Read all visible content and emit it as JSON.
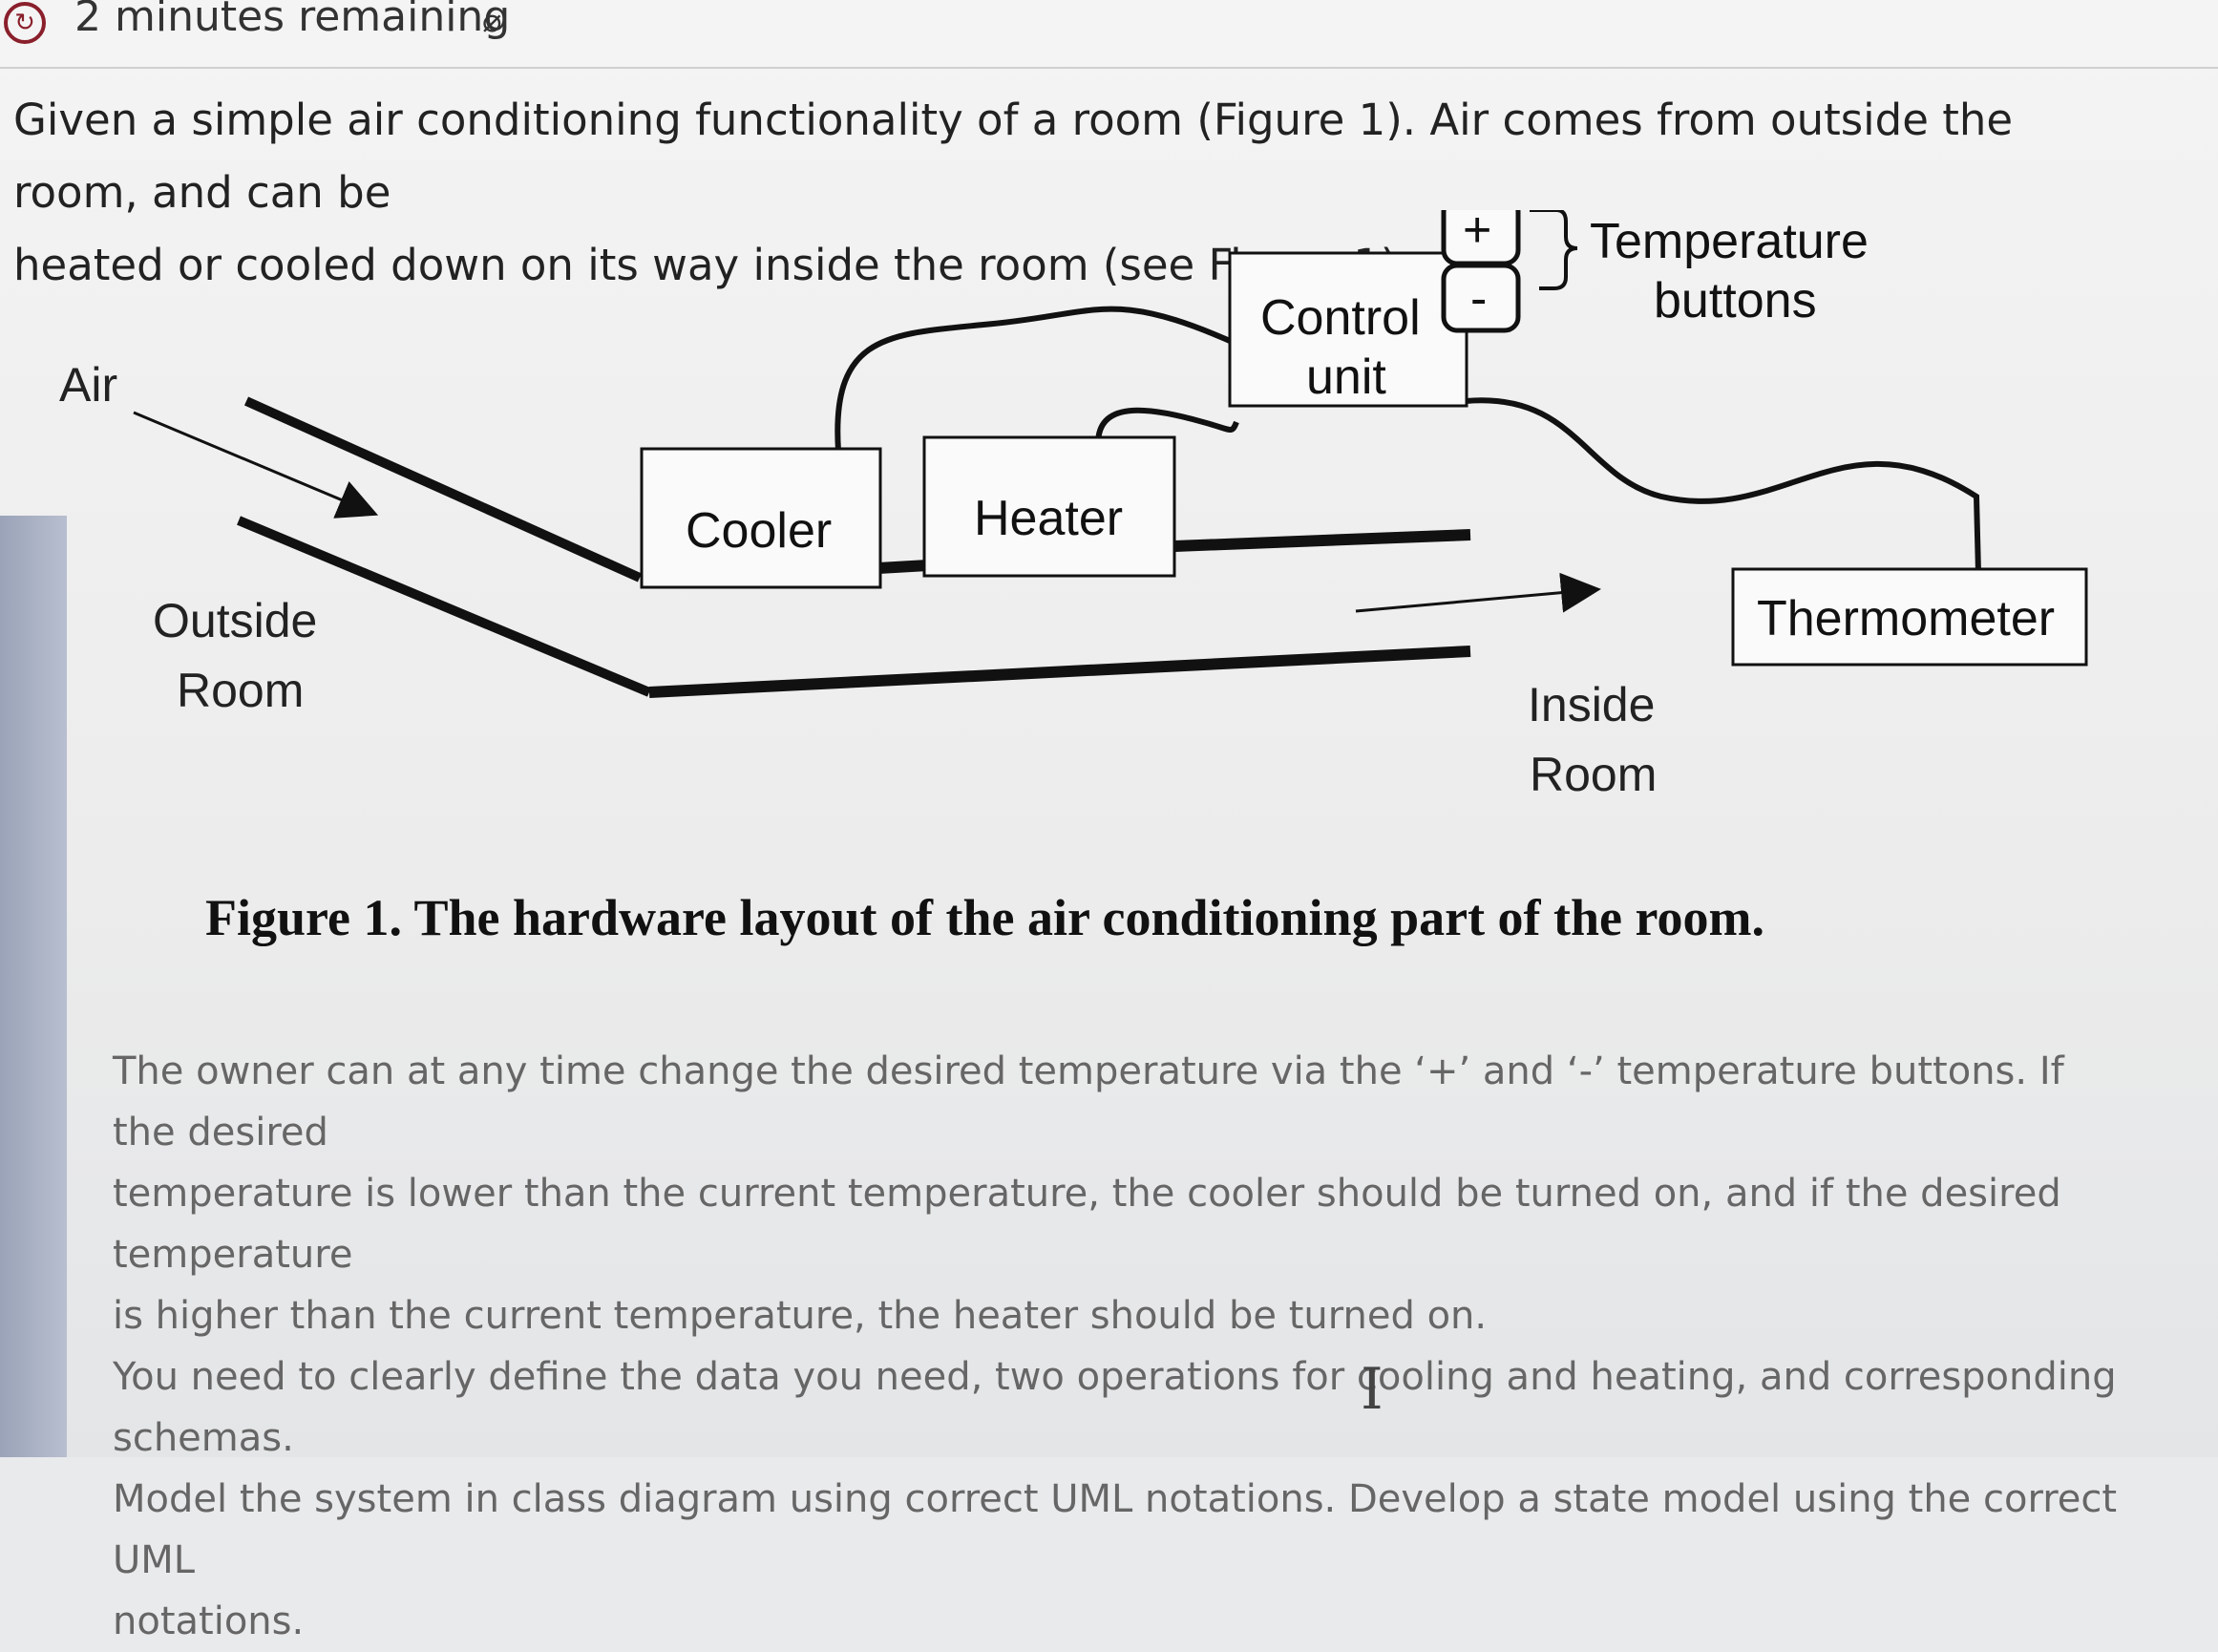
{
  "header": {
    "timer_text": "2 minutes remaining",
    "timer_icon": "timer-icon",
    "visibility_icon": "eye-off-icon"
  },
  "question": {
    "intro_line1": "Given a simple air conditioning functionality of a room (Figure 1). Air comes from outside the room, and can be",
    "intro_line2": "heated or cooled down on its way inside the room (see Figure 1)."
  },
  "figure": {
    "labels": {
      "air": "Air",
      "outside": "Outside",
      "outside_room": "Room",
      "cooler": "Cooler",
      "heater": "Heater",
      "control_line1": "Control",
      "control_line2": "unit",
      "plus": "+",
      "minus": "-",
      "temp_line1": "Temperature",
      "temp_line2": "buttons",
      "thermometer": "Thermometer",
      "inside": "Inside",
      "inside_room": "Room"
    },
    "caption": "Figure 1. The hardware layout of the air conditioning part of the room."
  },
  "task": {
    "line1": "The owner can at any time change the desired temperature via the ‘+’ and ‘-’ temperature buttons. If the desired",
    "line2": "temperature is lower than the current temperature, the cooler should be turned on, and if the desired temperature",
    "line3": "is higher than the current temperature, the heater should be turned on.",
    "line4": "You need to clearly define the data you need, two operations for cooling and heating, and corresponding schemas.",
    "line5": "Model the system in class diagram using correct UML notations. Develop a state model using the correct UML",
    "line6": "notations."
  },
  "misc": {
    "text_cursor_icon": "text-cursor-icon"
  }
}
